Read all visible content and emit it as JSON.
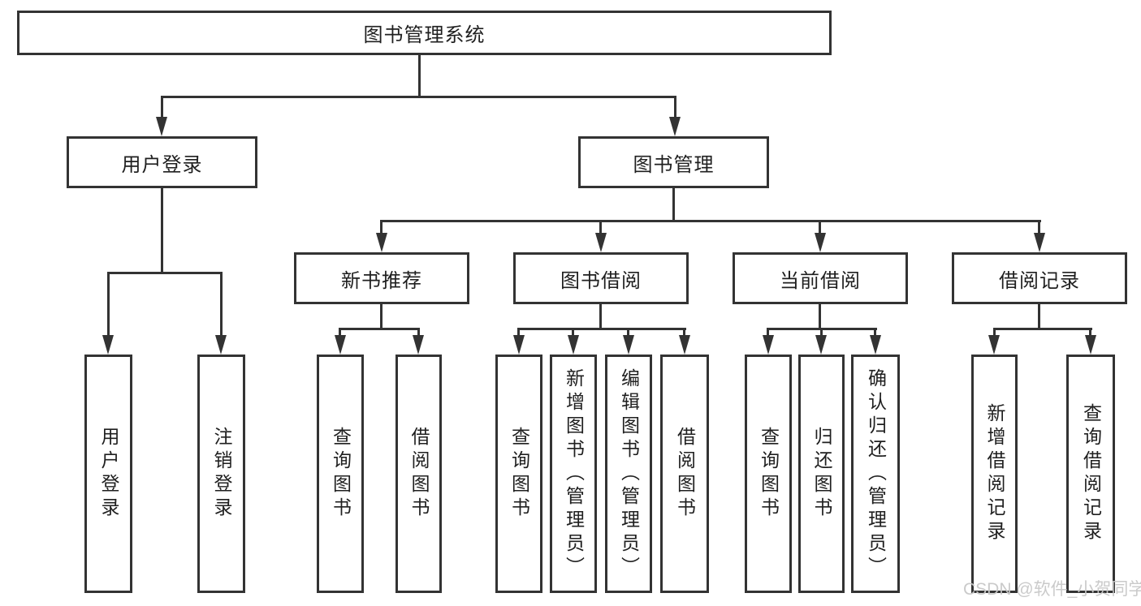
{
  "diagram": {
    "root": {
      "label": "图书管理系统"
    },
    "branches": [
      {
        "label": "用户登录",
        "children": [
          "用户登录",
          "注销登录"
        ]
      },
      {
        "label": "图书管理",
        "sections": [
          {
            "label": "新书推荐",
            "children": [
              "查询图书",
              "借阅图书"
            ]
          },
          {
            "label": "图书借阅",
            "children": [
              "查询图书",
              "新增图书（管理员）",
              "编辑图书（管理员）",
              "借阅图书"
            ]
          },
          {
            "label": "当前借阅",
            "children": [
              "查询图书",
              "归还图书",
              "确认归还（管理员）"
            ]
          },
          {
            "label": "借阅记录",
            "children": [
              "新增借阅记录",
              "查询借阅记录"
            ]
          }
        ]
      }
    ],
    "watermark": "CSDN @软件_小贺同学",
    "colors": {
      "line": "#333333",
      "text": "#1f1f1f",
      "box_background": "#ffffff",
      "watermark": "#c8c8c8"
    }
  }
}
